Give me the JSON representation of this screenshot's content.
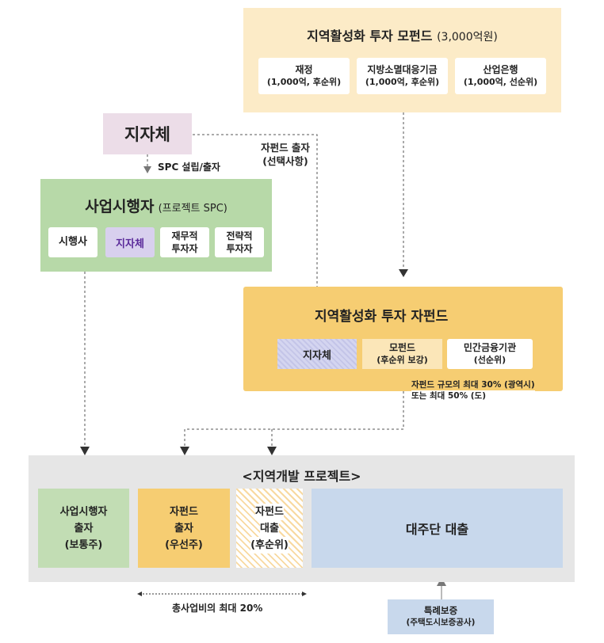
{
  "mother_fund": {
    "title": "지역활성화 투자 모펀드",
    "amount": "(3,000억원)",
    "items": [
      {
        "name": "재정",
        "detail": "(1,000억, 후순위)"
      },
      {
        "name": "지방소멸대응기금",
        "detail": "(1,000억, 후순위)"
      },
      {
        "name": "산업은행",
        "detail": "(1,000억, 선순위)"
      }
    ]
  },
  "local_gov": {
    "title": "지자체",
    "spc_label": "SPC 설립/출자",
    "subfund_label_line1": "자펀드 출자",
    "subfund_label_line2": "(선택사항)"
  },
  "operator": {
    "title": "사업시행자",
    "subtitle": "(프로젝트 SPC)",
    "items": [
      {
        "line1": "시행사",
        "line2": ""
      },
      {
        "line1": "지자체",
        "line2": ""
      },
      {
        "line1": "재무적",
        "line2": "투자자"
      },
      {
        "line1": "전략적",
        "line2": "투자자"
      }
    ]
  },
  "sub_fund": {
    "title": "지역활성화 투자 자펀드",
    "items": [
      {
        "line1": "지자체",
        "line2": ""
      },
      {
        "line1": "모펀드",
        "line2": "(후순위 보강)"
      },
      {
        "line1": "민간금융기관",
        "line2": "(선순위)"
      }
    ],
    "note_line1": "자펀드 규모의 최대 30% (광역시)",
    "note_line2": "또는 최대 50% (도)"
  },
  "project": {
    "title": "<지역개발 프로젝트>",
    "boxes": [
      {
        "line1": "사업시행자",
        "line2": "출자",
        "line3": "(보통주)"
      },
      {
        "line1": "자펀드",
        "line2": "출자",
        "line3": "(우선주)"
      },
      {
        "line1": "자펀드",
        "line2": "대출",
        "line3": "(후순위)"
      },
      {
        "line1": "대주단 대출",
        "line2": "",
        "line3": ""
      }
    ],
    "total_note": "총사업비의 최대 20%"
  },
  "guarantee": {
    "line1": "특례보증",
    "line2": "(주택도시보증공사)"
  },
  "colors": {
    "mother_bg": "#fcebc7",
    "local_gov_bg": "#ecdde8",
    "operator_bg": "#b7d9a8",
    "subfund_bg": "#f6cd72",
    "project_bg": "#e6e6e6",
    "lavender": "#cfd0ef",
    "blue_box": "#c8d8ec",
    "green_box": "#c2ddb4",
    "yellow_box": "#f6cd72"
  }
}
